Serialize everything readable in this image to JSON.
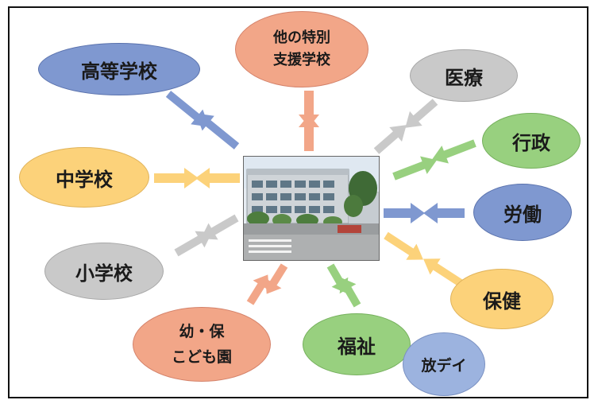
{
  "nodes": {
    "koutou": {
      "label": "高等学校",
      "fill": "#7f98d0",
      "stroke": "#5a72ad"
    },
    "tokubetsu": {
      "label": "他の特別\n支援学校",
      "fill": "#f2a688",
      "stroke": "#d4826a"
    },
    "iryou": {
      "label": "医療",
      "fill": "#c9c9c9",
      "stroke": "#a7a7a7"
    },
    "gyousei": {
      "label": "行政",
      "fill": "#98d07f",
      "stroke": "#75b05c"
    },
    "roudou": {
      "label": "労働",
      "fill": "#7f98d0",
      "stroke": "#5a72ad"
    },
    "chuugaku": {
      "label": "中学校",
      "fill": "#fcd27a",
      "stroke": "#e0b35a"
    },
    "shougaku": {
      "label": "小学校",
      "fill": "#c9c9c9",
      "stroke": "#a7a7a7"
    },
    "hoken": {
      "label": "保健",
      "fill": "#fcd27a",
      "stroke": "#e0b35a"
    },
    "youho": {
      "label": "幼・保\nこども園",
      "fill": "#f2a688",
      "stroke": "#d4826a"
    },
    "fukushi": {
      "label": "福祉",
      "fill": "#98d07f",
      "stroke": "#75b05c"
    },
    "houdei": {
      "label": "放デイ",
      "fill": "#9cb3df",
      "stroke": "#7a91c2"
    }
  },
  "photo": {
    "subject": "school building"
  }
}
